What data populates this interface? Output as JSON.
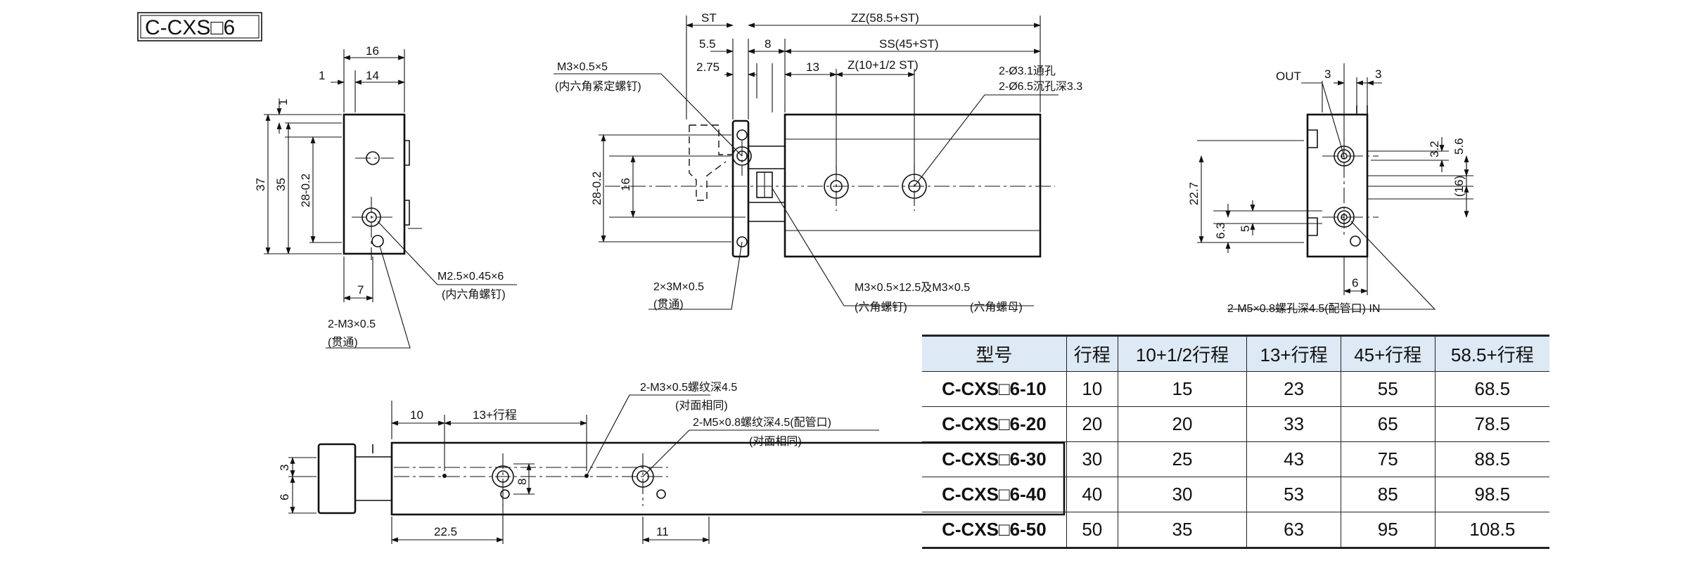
{
  "title": "C-CXS□6",
  "views": {
    "side_left": {
      "dims": [
        "16",
        "1",
        "14",
        "1",
        "37",
        "35",
        "28-0.2",
        "7"
      ],
      "callouts": [
        {
          "spec": "M2.5×0.45×6",
          "note": "(内六角螺钉)"
        },
        {
          "spec": "2-M3×0.5",
          "note": "(贯通)"
        }
      ]
    },
    "front": {
      "dims": [
        "ST",
        "ZZ(58.5+ST)",
        "5.5",
        "8",
        "SS(45+ST)",
        "2.75",
        "13",
        "Z(10+1/2 ST)",
        "28-0.2",
        "16"
      ],
      "callouts": [
        {
          "spec": "M3×0.5×5",
          "note": "(内六角紧定螺钉)"
        },
        {
          "spec": "2-Ø3.1通孔",
          "note": "2-Ø6.5沉孔深3.3"
        },
        {
          "spec": "2×3M×0.5",
          "note": "(贯通)"
        },
        {
          "spec": "M3×0.5×12.5及M3×0.5",
          "note_left": "(六角螺钉)",
          "note_right": "(六角螺母)"
        }
      ]
    },
    "side_right": {
      "dims": [
        "OUT",
        "3",
        "3",
        "3.2",
        "5.6",
        "22.7",
        "(16)",
        "6.3",
        "5",
        "6"
      ],
      "callouts": [
        {
          "spec": "2-M5×0.8螺孔深4.5(配管口) IN"
        }
      ]
    },
    "bottom": {
      "dims": [
        "10",
        "13+行程",
        "3",
        "6",
        "8",
        "22.5",
        "11"
      ],
      "callouts": [
        {
          "spec": "2-M3×0.5螺纹深4.5",
          "note": "(对面相同)"
        },
        {
          "spec": "2-M5×0.8螺纹深4.5(配管口)",
          "note": "(对面相同)"
        }
      ]
    }
  },
  "table": {
    "headers": [
      "型号",
      "行程",
      "10+1/2行程",
      "13+行程",
      "45+行程",
      "58.5+行程"
    ],
    "rows": [
      [
        "C-CXS□6-10",
        "10",
        "15",
        "23",
        "55",
        "68.5"
      ],
      [
        "C-CXS□6-20",
        "20",
        "20",
        "33",
        "65",
        "78.5"
      ],
      [
        "C-CXS□6-30",
        "30",
        "25",
        "43",
        "75",
        "88.5"
      ],
      [
        "C-CXS□6-40",
        "40",
        "30",
        "53",
        "85",
        "98.5"
      ],
      [
        "C-CXS□6-50",
        "50",
        "35",
        "63",
        "95",
        "108.5"
      ]
    ]
  }
}
